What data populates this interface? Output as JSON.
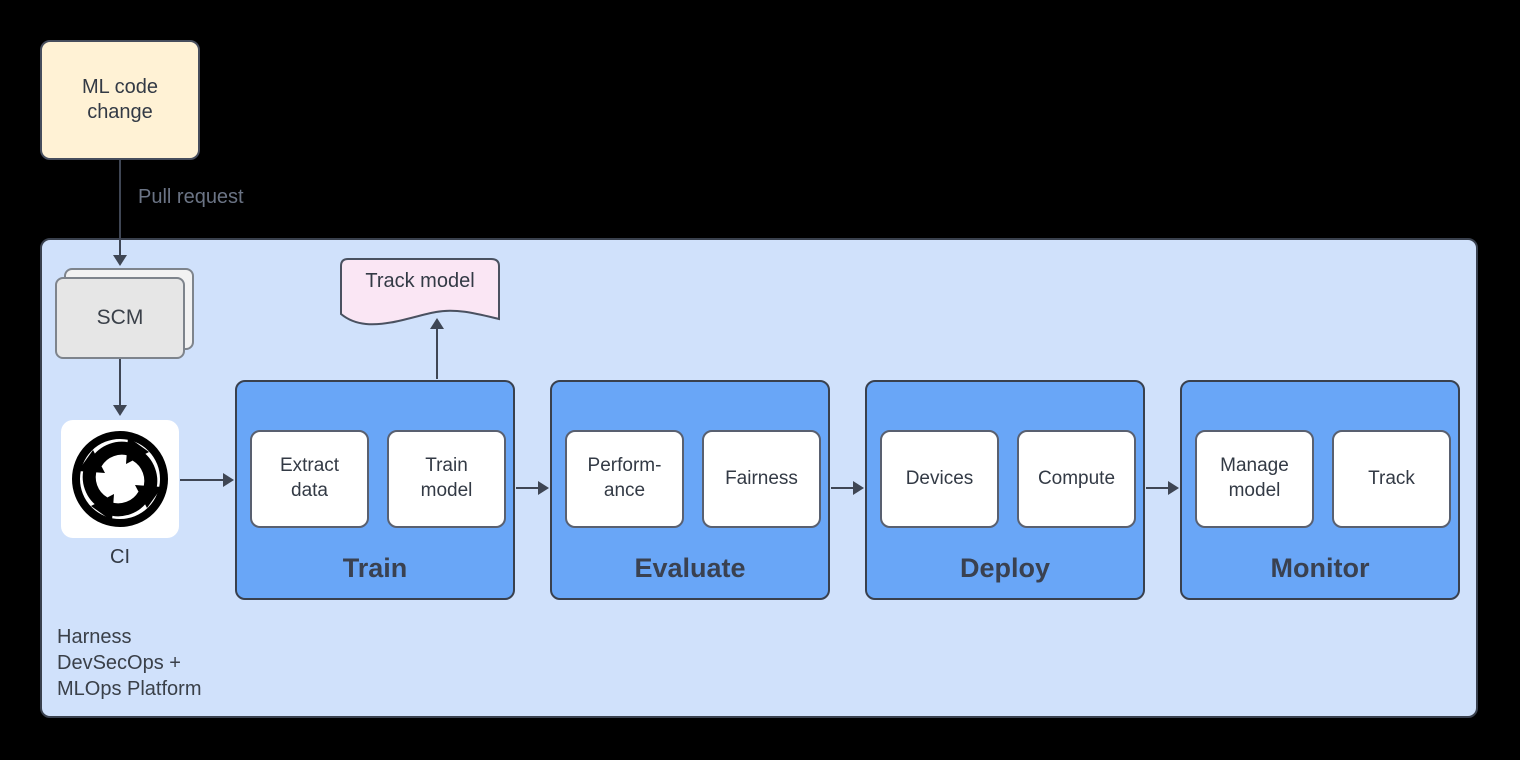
{
  "nodes": {
    "ml_code_change": "ML code\nchange",
    "pull_request": "Pull request",
    "scm": "SCM",
    "ci_label": "CI",
    "track_model": "Track model"
  },
  "platform": {
    "lines": [
      "Harness",
      "DevSecOps +",
      "MLOps Platform"
    ]
  },
  "stages": [
    {
      "title": "Train",
      "items": [
        "Extract\ndata",
        "Train\nmodel"
      ]
    },
    {
      "title": "Evaluate",
      "items": [
        "Perform-\nance",
        "Fairness"
      ]
    },
    {
      "title": "Deploy",
      "items": [
        "Devices",
        "Compute"
      ]
    },
    {
      "title": "Monitor",
      "items": [
        "Manage\nmodel",
        "Track"
      ]
    }
  ],
  "icons": {
    "ci": "continuous-integration-cycle-icon"
  },
  "colors": {
    "canvas_background": "#000000",
    "platform_fill": "#D0E1FB",
    "platform_border": "#39404D",
    "stage_fill": "#69A6F7",
    "stage_border": "#39404D",
    "item_fill": "#FFFFFF",
    "item_border": "#596070",
    "ml_code_change_fill": "#FFF2D5",
    "track_model_fill": "#FAE6F4",
    "scm_fill": "#E6E6E6",
    "scm_back_fill": "#F2F2F2",
    "ci_icon": "#000000",
    "text_dark": "#333A45",
    "title_text": "#3A4150",
    "muted_label": "#6B7485",
    "connector": "#3F4654"
  }
}
